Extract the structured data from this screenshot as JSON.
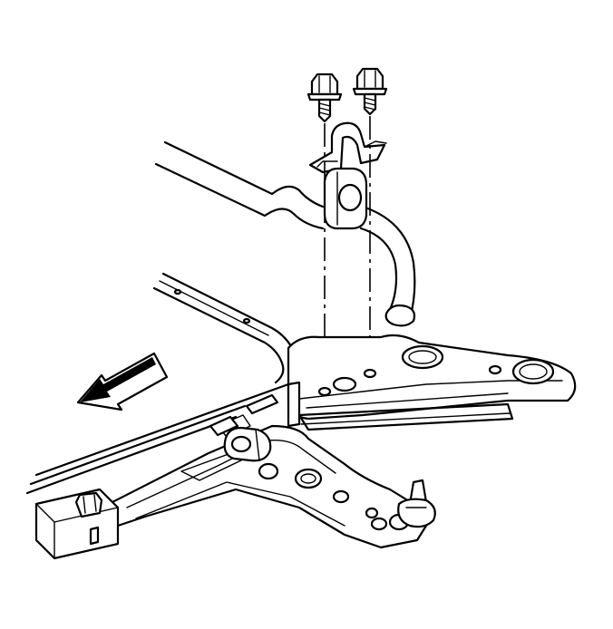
{
  "diagram": {
    "parts": [
      {
        "name": "stabilizer-bracket-bolt",
        "count": 2
      },
      {
        "name": "stabilizer-shaft-insulator-clamp",
        "count": 1
      },
      {
        "name": "stabilizer-shaft-insulator",
        "count": 1
      },
      {
        "name": "stabilizer-shaft",
        "count": 1
      },
      {
        "name": "frame-crossmember",
        "count": 1
      },
      {
        "name": "lower-control-arm",
        "count": 1
      },
      {
        "name": "ball-joint",
        "count": 1
      }
    ],
    "direction_arrow": "front-of-vehicle",
    "colors": {
      "line": "#000000",
      "background": "#ffffff"
    }
  }
}
